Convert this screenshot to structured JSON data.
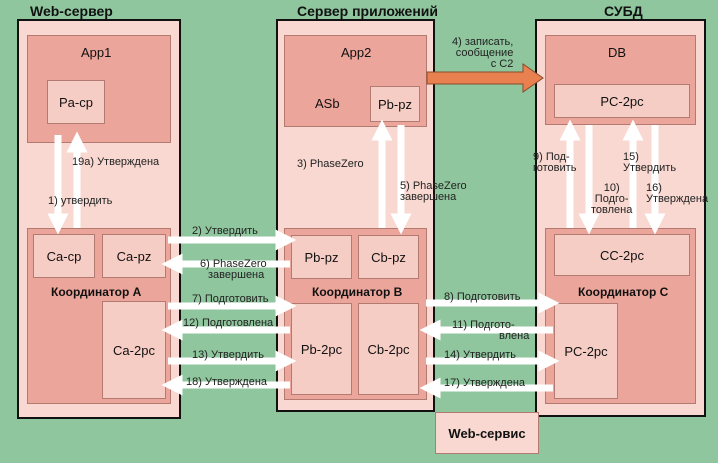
{
  "columns": {
    "web": "Web-сервер",
    "app": "Сервер приложений",
    "db": "СУБД"
  },
  "web": {
    "app": "App1",
    "resource": "Pa-cp",
    "ca_cp": "Ca-cp",
    "ca_pz": "Ca-pz",
    "coordinator": "Координатор A",
    "ca_2pc": "Ca-2pc",
    "step1": "1) утвердить",
    "step19": "19а) Утверждена"
  },
  "app": {
    "app": "App2",
    "asb": "ASb",
    "pb_pz_top": "Pb-pz",
    "pb_pz": "Pb-pz",
    "cb_pz": "Cb-pz",
    "coordinator": "Координатор B",
    "pb_2pc": "Pb-2pc",
    "cb_2pc": "Cb-2pc",
    "step3": "3) PhaseZero",
    "step5": [
      "5) PhaseZero",
      "завершена"
    ]
  },
  "db": {
    "db": "DB",
    "pc_2pc_top": "PC-2pc",
    "cc_2pc": "CC-2pc",
    "coordinator": "Координатор C",
    "pc_2pc": "PC-2pc",
    "step9": [
      "9) Под-",
      "готовить"
    ],
    "step10": [
      "10)",
      "Подго-",
      "товлена"
    ],
    "step15": [
      "15)",
      "Утвердить"
    ],
    "step16": [
      "16)",
      "Утверждена"
    ]
  },
  "arrows": {
    "step4": [
      "4) записать,",
      "сообщение",
      "с C2"
    ],
    "step2": "2) Утвердить",
    "step6": [
      "6) PhaseZero",
      "завершена"
    ],
    "step7": "7) Подготовить",
    "step12": "12) Подготовлена",
    "step13": "13) Утвердить",
    "step18": "18) Утверждена",
    "step8": "8) Подготовить",
    "step11": [
      "11) Подгото-",
      "влена"
    ],
    "step14": "14) Утвердить",
    "step17": "17) Утверждена"
  },
  "webservice": "Web-сервис",
  "colors": {
    "background": "#8fc69d",
    "panel": "#f8d8d0",
    "block": "#eca59a",
    "orange_arrow": "#e8804f"
  }
}
